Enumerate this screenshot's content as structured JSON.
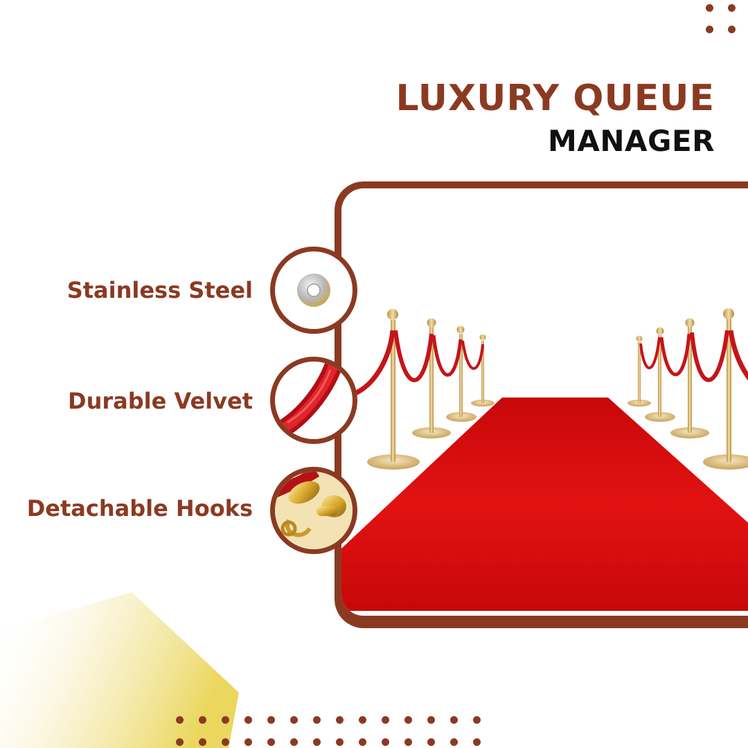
{
  "title": {
    "line1": "LUXURY QUEUE",
    "line2": "MANAGER"
  },
  "features": [
    {
      "label": "Stainless Steel",
      "icon": "steel-washer-icon"
    },
    {
      "label": "Durable Velvet",
      "icon": "velvet-rope-icon"
    },
    {
      "label": "Detachable Hooks",
      "icon": "brass-hooks-icon"
    }
  ],
  "colors": {
    "brand_brown": "#8B3A22",
    "title_dark": "#111111",
    "carpet_red": "#D30A0A",
    "rope_red": "#C4151A",
    "gold": "#D9B46A",
    "accent_yellow": "#EEDB6A"
  },
  "decor": {
    "hero_image": "red-carpet-with-stanchions",
    "dot_grid_top": "dot-grid",
    "dot_grid_bottom": "dot-grid"
  }
}
